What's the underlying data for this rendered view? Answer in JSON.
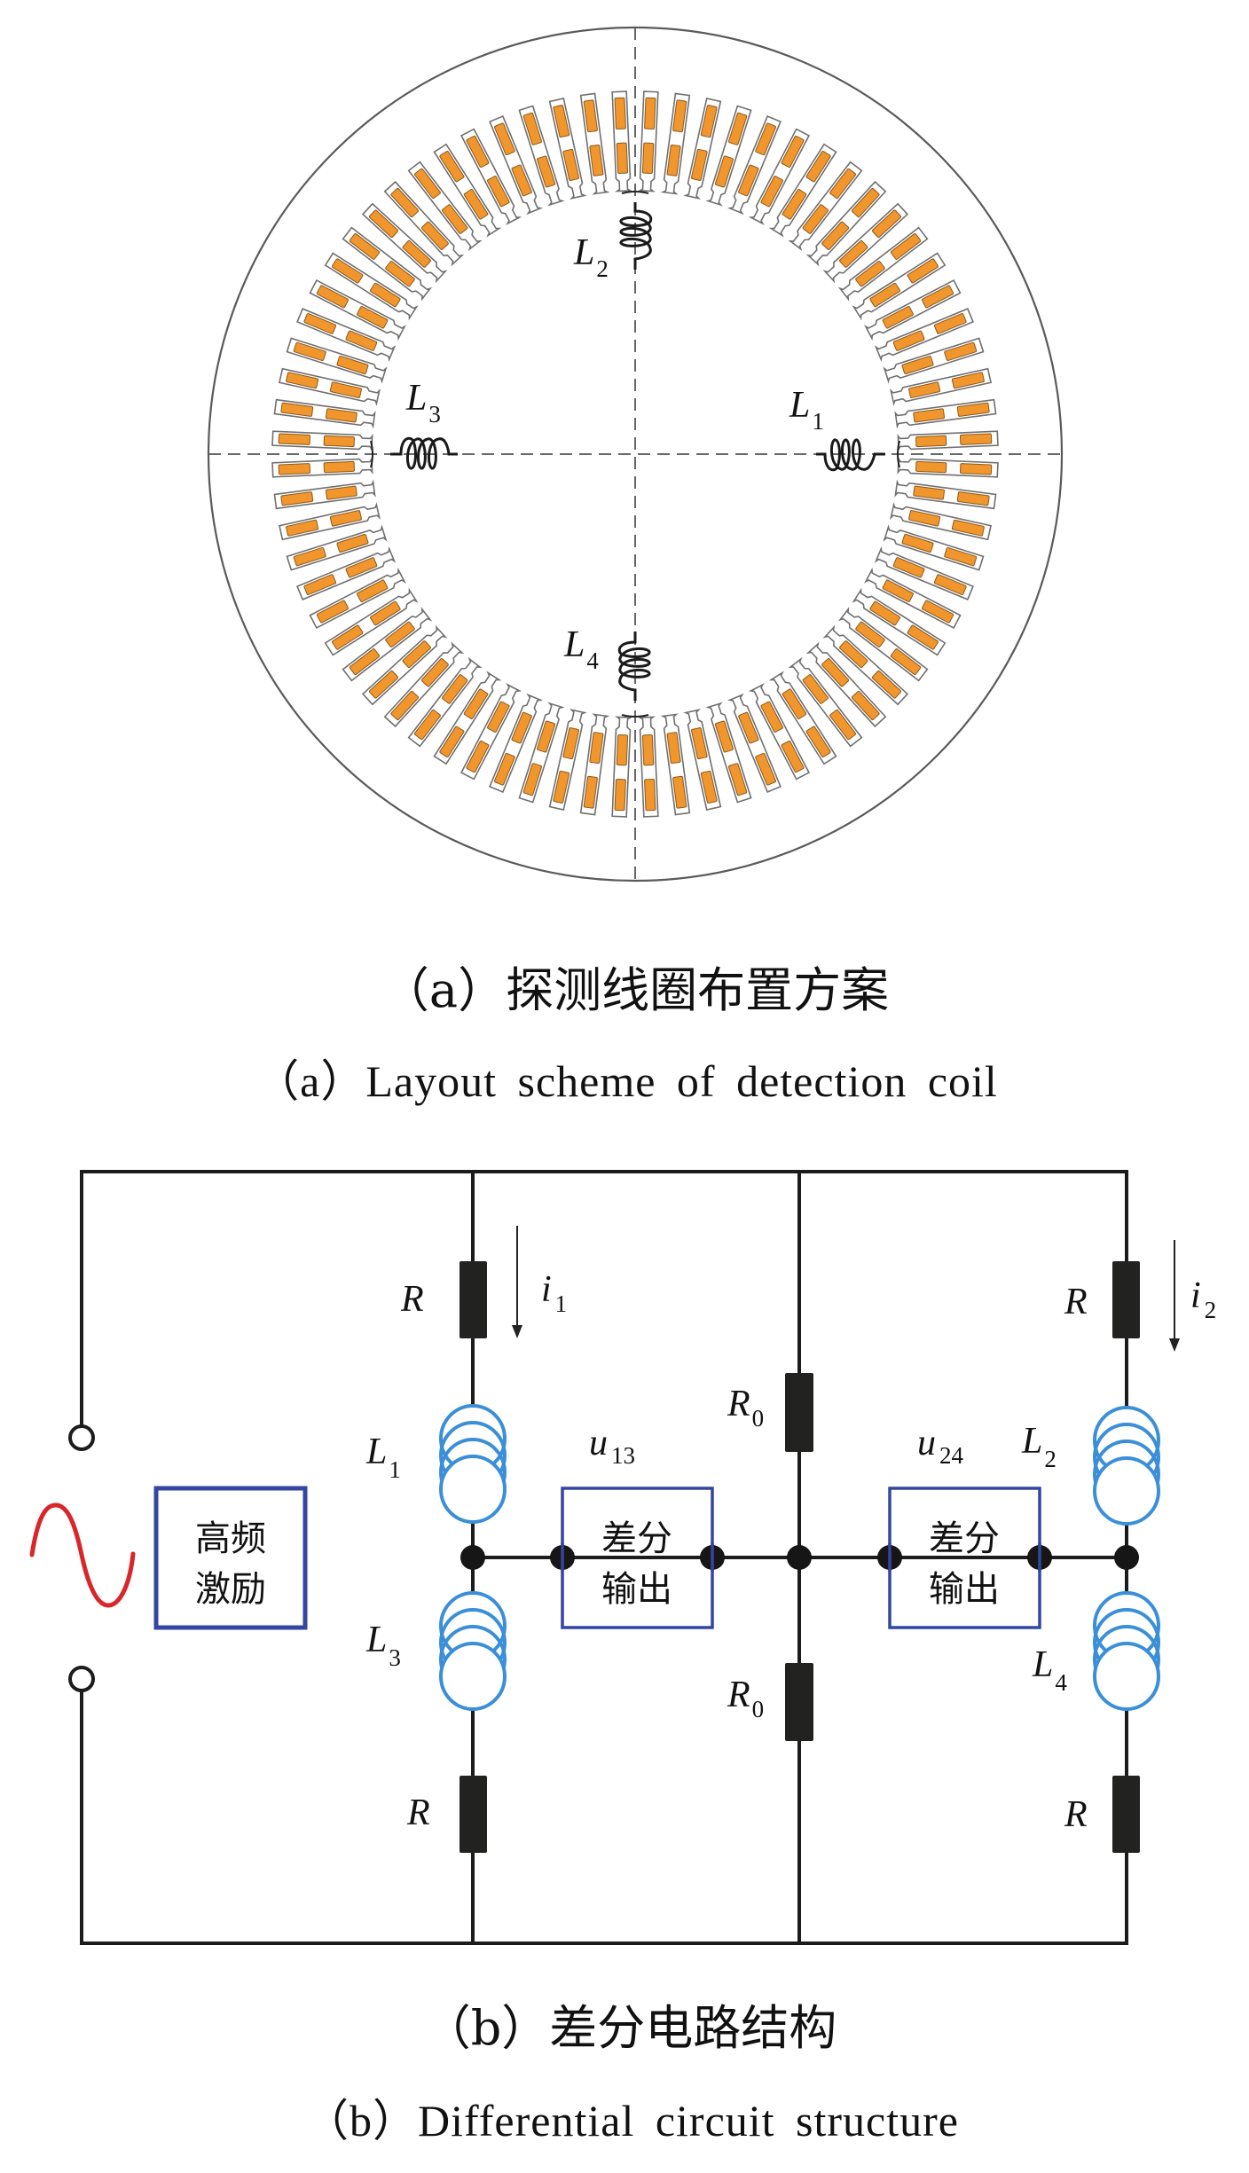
{
  "figure_a": {
    "caption_cn": "（a）探测线圈布置方案",
    "caption_en": "（a）Layout scheme of detection coil",
    "slot_count": 72,
    "coils": [
      {
        "id": "L1",
        "symbol": "L",
        "sub": "1",
        "position": "right"
      },
      {
        "id": "L2",
        "symbol": "L",
        "sub": "2",
        "position": "top"
      },
      {
        "id": "L3",
        "symbol": "L",
        "sub": "3",
        "position": "left"
      },
      {
        "id": "L4",
        "symbol": "L",
        "sub": "4",
        "position": "bottom"
      }
    ],
    "colors": {
      "winding": "#f0962c",
      "winding_edge": "#8a5a20",
      "slot_outline": "#707070",
      "outer_circle": "#555555"
    }
  },
  "figure_b": {
    "caption_cn": "（b）差分电路结构",
    "caption_en": "（b）Differential circuit structure",
    "source_box": {
      "line1": "高频",
      "line2": "激励"
    },
    "diff_box_left": {
      "line1": "差分",
      "line2": "输出",
      "voltage_symbol": "u",
      "voltage_sub": "13"
    },
    "diff_box_right": {
      "line1": "差分",
      "line2": "输出",
      "voltage_symbol": "u",
      "voltage_sub": "24"
    },
    "left_branch": {
      "r_top": "R",
      "current_symbol": "i",
      "current_sub": "1",
      "coil_top": {
        "symbol": "L",
        "sub": "1"
      },
      "coil_bottom": {
        "symbol": "L",
        "sub": "3"
      },
      "r_bottom": "R"
    },
    "center_branch": {
      "r_top": {
        "symbol": "R",
        "sub": "0"
      },
      "r_bottom": {
        "symbol": "R",
        "sub": "0"
      }
    },
    "right_branch": {
      "r_top": "R",
      "current_symbol": "i",
      "current_sub": "2",
      "coil_top": {
        "symbol": "L",
        "sub": "2"
      },
      "coil_bottom": {
        "symbol": "L",
        "sub": "4"
      },
      "r_bottom": "R"
    },
    "colors": {
      "wire": "#1c1c1c",
      "coil": "#3a8fd8",
      "box": "#3346a0",
      "sine": "#d8262a"
    }
  }
}
